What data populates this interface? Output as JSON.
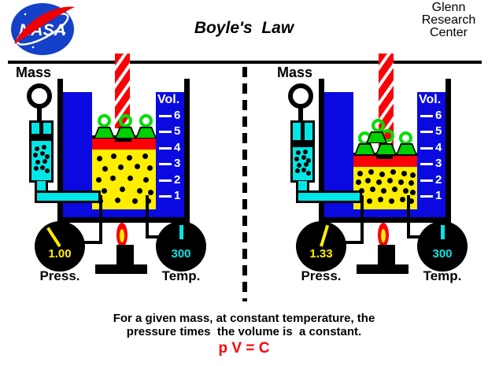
{
  "header": {
    "logo_text": "NASA",
    "title": "Boyle's  Law",
    "org_lines": [
      "Glenn",
      "Research",
      "Center"
    ]
  },
  "apparatus": [
    {
      "mass_label": "Mass",
      "vol_label": "Vol.",
      "vol_ticks": [
        "6",
        "5",
        "4",
        "3",
        "2",
        "1"
      ],
      "gas_volume": 4,
      "weights_count": 3,
      "pressure_value": "1.00",
      "pressure_label": "Press.",
      "temp_value": "300",
      "temp_label": "Temp.",
      "gas_dots": [
        [
          6,
          8
        ],
        [
          24,
          5
        ],
        [
          44,
          7
        ],
        [
          64,
          5
        ],
        [
          13,
          21
        ],
        [
          33,
          19
        ],
        [
          54,
          18
        ],
        [
          70,
          20
        ],
        [
          5,
          35
        ],
        [
          23,
          33
        ],
        [
          45,
          33
        ],
        [
          65,
          35
        ],
        [
          12,
          49
        ],
        [
          35,
          47
        ],
        [
          57,
          49
        ],
        [
          71,
          51
        ],
        [
          7,
          62
        ],
        [
          29,
          61
        ],
        [
          51,
          62
        ],
        [
          68,
          62
        ]
      ],
      "syringe_dots": [
        [
          2,
          2
        ],
        [
          11,
          0
        ],
        [
          0,
          10
        ],
        [
          9,
          8
        ],
        [
          15,
          12
        ],
        [
          3,
          19
        ],
        [
          12,
          18
        ],
        [
          1,
          27
        ],
        [
          9,
          26
        ],
        [
          15,
          30
        ]
      ]
    },
    {
      "mass_label": "Mass",
      "vol_label": "Vol.",
      "vol_ticks": [
        "6",
        "5",
        "4",
        "3",
        "2",
        "1"
      ],
      "gas_volume": 3,
      "weights_count": 4,
      "pressure_value": "1.33",
      "pressure_label": "Press.",
      "temp_value": "300",
      "temp_label": "Temp.",
      "gas_dots": [
        [
          5,
          5
        ],
        [
          19,
          3
        ],
        [
          33,
          6
        ],
        [
          47,
          3
        ],
        [
          61,
          5
        ],
        [
          72,
          7
        ],
        [
          3,
          16
        ],
        [
          15,
          14
        ],
        [
          29,
          16
        ],
        [
          43,
          14
        ],
        [
          57,
          16
        ],
        [
          70,
          17
        ],
        [
          7,
          27
        ],
        [
          21,
          25
        ],
        [
          35,
          27
        ],
        [
          49,
          25
        ],
        [
          63,
          27
        ],
        [
          72,
          29
        ],
        [
          5,
          38
        ],
        [
          17,
          40
        ],
        [
          31,
          38
        ],
        [
          45,
          40
        ],
        [
          59,
          38
        ],
        [
          70,
          40
        ]
      ],
      "syringe_dots": [
        [
          2,
          1
        ],
        [
          11,
          0
        ],
        [
          0,
          9
        ],
        [
          9,
          7
        ],
        [
          15,
          11
        ],
        [
          3,
          17
        ],
        [
          12,
          16
        ],
        [
          1,
          24
        ],
        [
          9,
          23
        ],
        [
          15,
          27
        ]
      ]
    }
  ],
  "caption": {
    "line1": "For a given mass, at constant temperature, the",
    "line2": "pressure times  the volume is  a constant.",
    "equation": "p V = C"
  },
  "colors": {
    "blue": "#0a0ae0",
    "cyan": "#00e6e6",
    "yellow": "#ffee00",
    "red": "#fb0006",
    "green": "#00cf00",
    "ringgreen": "#00dd00",
    "logoblue": "#1540c8"
  }
}
